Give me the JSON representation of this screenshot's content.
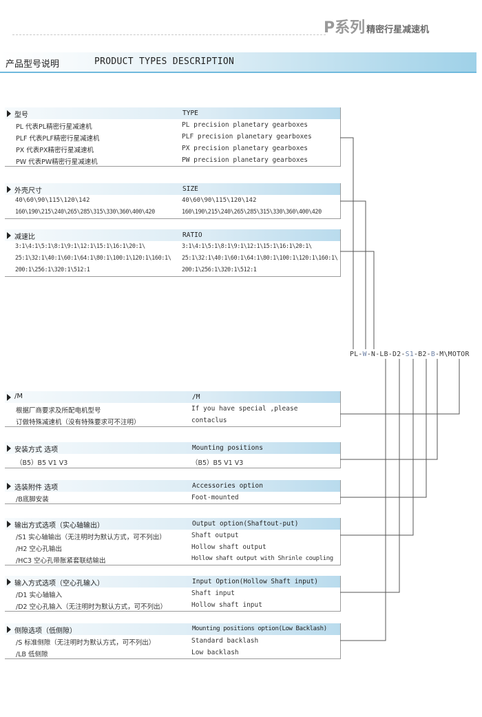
{
  "header": {
    "series_letter": "P",
    "series_word": "系列",
    "series_subtitle": "精密行星减速机"
  },
  "section": {
    "title_cn": "产品型号说明",
    "title_en": "PRODUCT TYPES DESCRIPTION"
  },
  "model_code": {
    "segments": [
      "PL",
      "-",
      "W",
      "-",
      "N",
      "-",
      "LB",
      "-",
      "D2",
      "-",
      "S1",
      "-",
      "B2",
      "-",
      "B",
      "-",
      "M",
      "\\",
      "MOTOR"
    ]
  },
  "boxes": {
    "type": {
      "title_cn": "型号",
      "title_en": "TYPE",
      "rows": [
        {
          "cn": "PL 代表PL精密行星减速机",
          "en": "PL  precision planetary gearboxes"
        },
        {
          "cn": "PLF 代表PLF精密行星减速机",
          "en": "PLF precision planetary gearboxes"
        },
        {
          "cn": "PX  代表PX精密行星减速机",
          "en": "PX precision planetary gearboxes"
        },
        {
          "cn": "PW 代表PW精密行星减速机",
          "en": "PW precision planetary gearboxes"
        }
      ]
    },
    "size": {
      "title_cn": "外壳尺寸",
      "title_en": "SIZE",
      "rows": [
        {
          "cn": "40\\60\\90\\115\\120\\142",
          "en": "40\\60\\90\\115\\120\\142"
        },
        {
          "cn": "160\\190\\215\\240\\265\\285\\315\\330\\360\\400\\420",
          "en": "160\\190\\215\\240\\265\\285\\315\\330\\360\\400\\420"
        }
      ]
    },
    "ratio": {
      "title_cn": "减速比",
      "title_en": "RATIO",
      "rows": [
        {
          "cn": "3:1\\4:1\\5:1\\8:1\\9:1\\12:1\\15:1\\16:1\\20:1\\",
          "en": "3:1\\4:1\\5:1\\8:1\\9:1\\12:1\\15:1\\16:1\\20:1\\"
        },
        {
          "cn": "25:1\\32:1\\40:1\\60:1\\64:1\\80:1\\100:1\\120:1\\160:1\\",
          "en": "25:1\\32:1\\40:1\\60:1\\64:1\\80:1\\100:1\\120:1\\160:1\\"
        },
        {
          "cn": "200:1\\256:1\\320:1\\512:1",
          "en": "200:1\\256:1\\320:1\\512:1"
        }
      ]
    },
    "motor": {
      "title_cn": "/M",
      "title_en": "/M",
      "rows": [
        {
          "cn": "根据厂商要求及所配电机型号",
          "en": "If you have special ,please"
        },
        {
          "cn": "订做特殊减速机（没有特殊要求可不注明）",
          "en": "contaclus"
        }
      ]
    },
    "mounting": {
      "title_cn": "安装方式 选项",
      "title_en": "Mounting positions",
      "rows": [
        {
          "cn": "（B5）B5 V1 V3",
          "en": "（B5）B5 V1 V3"
        }
      ]
    },
    "accessories": {
      "title_cn": "选装附件 选项",
      "title_en": "Accessories option",
      "rows": [
        {
          "cn": "/B底脚安装",
          "en": "Foot-mounted"
        }
      ]
    },
    "output": {
      "title_cn": "输出方式选项（实心轴输出）",
      "title_en": "Output option(Shaftout-put)",
      "rows": [
        {
          "cn": "/S1 实心轴输出（无注明时为默认方式，可不列出）",
          "en": "Shaft output"
        },
        {
          "cn": "/H2 空心孔输出",
          "en": "Hollow shaft output"
        },
        {
          "cn": "/HC3 空心孔带胀紧套联结输出",
          "en": "Hollow shaft output with Shrinle coupling"
        }
      ]
    },
    "input": {
      "title_cn": "输入方式选项（空心孔输入）",
      "title_en": "Input  Option(Hollow Shaft input)",
      "rows": [
        {
          "cn": "/D1 实心轴输入",
          "en": "Shaft input"
        },
        {
          "cn": "/D2 空心孔输入（无注明时为默认方式，可不列出）",
          "en": "Hollow shaft input"
        }
      ]
    },
    "backlash": {
      "title_cn": "侧隙选项（低侧隙）",
      "title_en": "Mounting positions option(Low Backlash)",
      "rows": [
        {
          "cn": "/S 标准侧隙（无注明时为默认方式，可不列出）",
          "en": "Standard backlash"
        },
        {
          "cn": "/LB 低侧隙",
          "en": "Low backlash"
        }
      ]
    }
  },
  "colors": {
    "accent": "#6fb9dd",
    "band_light": "#e9f3f8",
    "code_highlight": "#6b7fa5",
    "connector": "#555555"
  }
}
